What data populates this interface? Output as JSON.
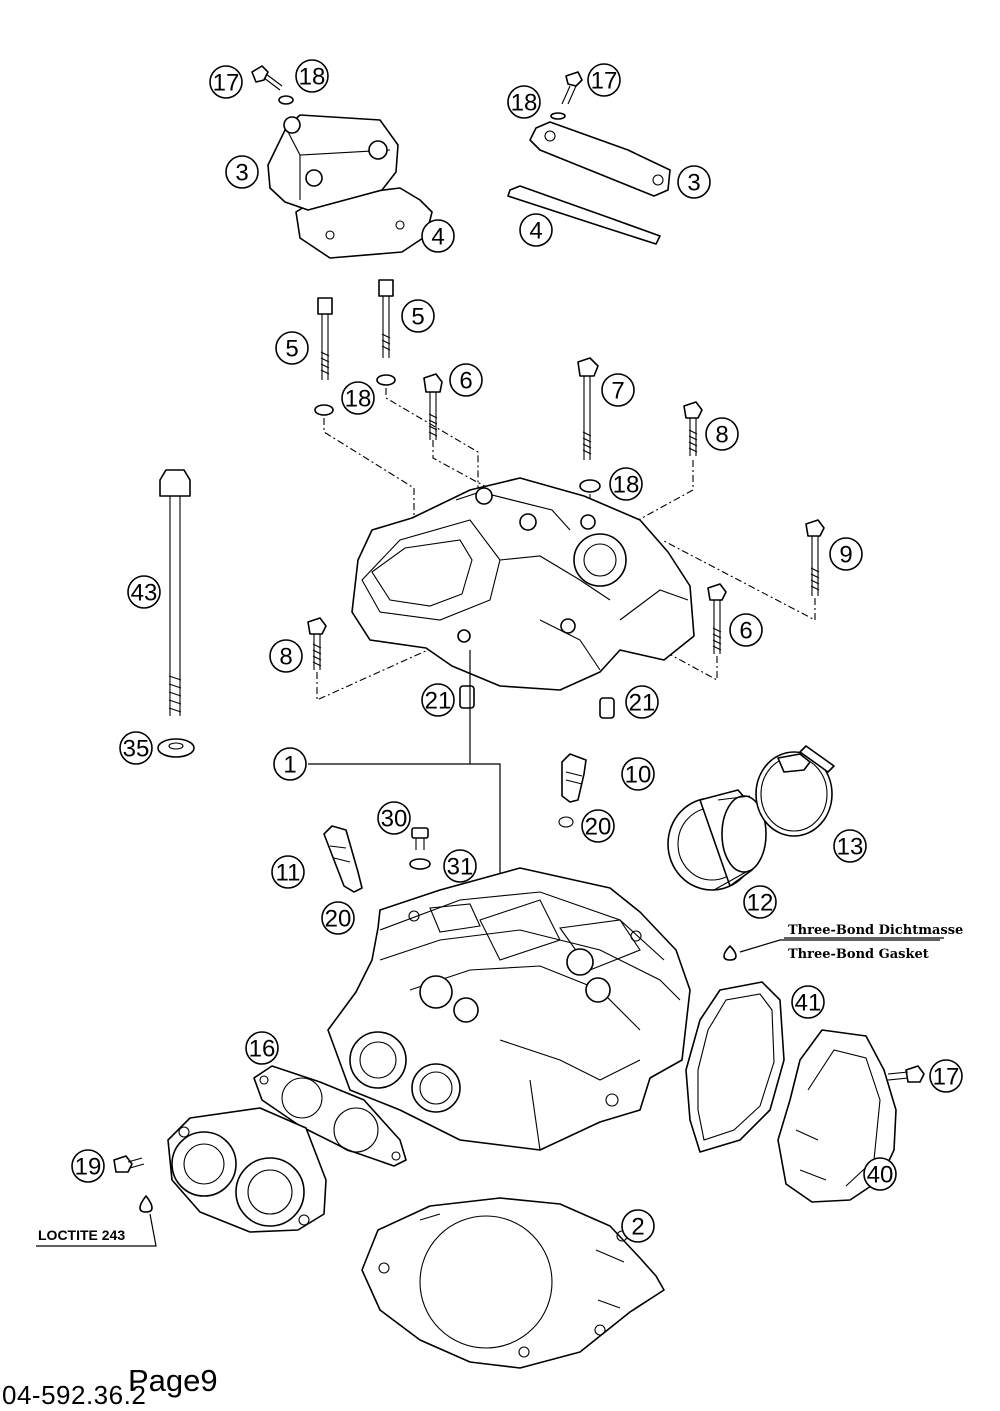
{
  "callouts": [
    "17",
    "18",
    "3",
    "4",
    "17",
    "18",
    "3",
    "4",
    "5",
    "5",
    "18",
    "6",
    "7",
    "18",
    "8",
    "9",
    "43",
    "8",
    "6",
    "21",
    "21",
    "35",
    "1",
    "10",
    "20",
    "13",
    "30",
    "31",
    "11",
    "20",
    "12",
    "16",
    "41",
    "17",
    "19",
    "40",
    "2"
  ],
  "notes": {
    "three_bond_de": "Three-Bond Dichtmasse",
    "three_bond_en": "Three-Bond Gasket",
    "loctite": "LOCTITE 243"
  },
  "footer": {
    "page_label": "Page9",
    "drawing_number": "04-592.36.2"
  }
}
